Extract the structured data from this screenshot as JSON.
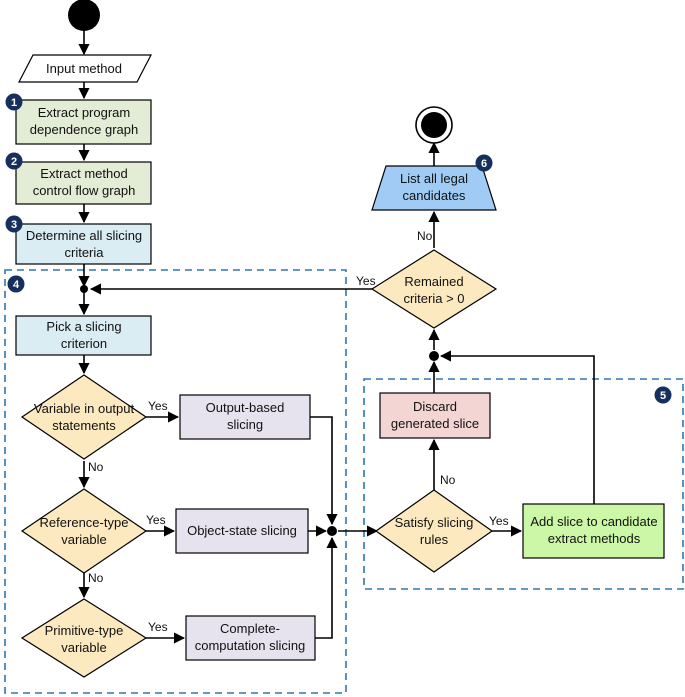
{
  "nodes": {
    "input_method": "Input method",
    "extract_pdg": [
      "Extract program",
      "dependence graph"
    ],
    "extract_cfg": [
      "Extract method",
      "control flow graph"
    ],
    "determine_criteria": [
      "Determine all slicing",
      "criteria"
    ],
    "pick_criterion": [
      "Pick a slicing",
      "criterion"
    ],
    "variable_output": [
      "Variable in output",
      "statements"
    ],
    "output_slicing": [
      "Output-based",
      "slicing"
    ],
    "reference_type": [
      "Reference-type",
      "variable"
    ],
    "object_state": [
      "Object-state slicing"
    ],
    "primitive_type": [
      "Primitive-type",
      "variable"
    ],
    "complete_computation": [
      "Complete-",
      "computation slicing"
    ],
    "satisfy_rules": [
      "Satisfy slicing",
      "rules"
    ],
    "add_slice": [
      "Add slice to candidate",
      "extract methods"
    ],
    "discard_slice": [
      "Discard",
      "generated slice"
    ],
    "remained_criteria": [
      "Remained",
      "criteria > 0"
    ],
    "list_candidates": [
      "List all legal",
      "candidates"
    ]
  },
  "badges": [
    "1",
    "2",
    "3",
    "4",
    "5",
    "6"
  ],
  "edge_labels": {
    "yes_output": "Yes",
    "no_output": "No",
    "yes_reference": "Yes",
    "no_reference": "No",
    "yes_primitive": "Yes",
    "yes_satisfy": "Yes",
    "no_satisfy": "No",
    "yes_remained": "Yes",
    "no_remained": "No"
  },
  "colors": {
    "badge": "#16305e",
    "green_light": "#e3ecd5",
    "blue_light": "#d9edf3",
    "yellow": "#fde9bf",
    "lavender": "#e6e3ee",
    "pink": "#f3d6d4",
    "green_bright": "#ccf7a6",
    "blue_trapezoid": "#9fcbf4",
    "dashed_frame": "#2e75b6"
  }
}
